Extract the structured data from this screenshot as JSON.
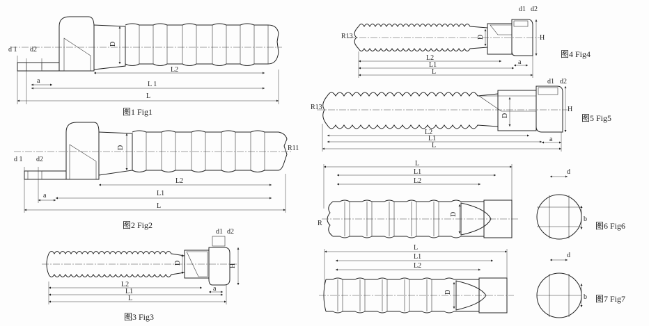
{
  "fig1": {
    "caption": "图1 Fig1",
    "labels": {
      "D": "D",
      "L2": "L2",
      "L1": "L 1",
      "L": "L",
      "a": "a",
      "d1": "d 1",
      "d2": "d2"
    }
  },
  "fig2": {
    "caption": "图2 Fig2",
    "labels": {
      "D": "D",
      "R11": "R11",
      "L2": "L2",
      "L1": "L1",
      "L": "L",
      "a": "a",
      "d1": "d 1",
      "d2": "d2"
    }
  },
  "fig3": {
    "caption": "图3 Fig3",
    "labels": {
      "D": "D",
      "H": "H",
      "L2": "L2",
      "L1": "L1",
      "L": "L",
      "a": "a",
      "d1": "d1",
      "d2": "d2"
    }
  },
  "fig4": {
    "caption": "图4 Fig4",
    "labels": {
      "D": "D",
      "H": "H",
      "R13": "R13",
      "L2": "L2",
      "L1": "L1",
      "L": "L",
      "a": "a",
      "d1": "d1",
      "d2": "d2"
    }
  },
  "fig5": {
    "caption": "图5 Fig5",
    "labels": {
      "D": "D",
      "H": "H",
      "R13": "R13",
      "L2": "L2",
      "L1": "L1",
      "L": "L",
      "a": "a",
      "d1": "d1",
      "d2": "d2"
    }
  },
  "fig6": {
    "caption": "图6 Fig6",
    "labels": {
      "D": "D",
      "R": "R",
      "L": "L",
      "L1": "L1",
      "L2": "L2",
      "d": "d",
      "b": "b"
    }
  },
  "fig7": {
    "caption": "图7 Fig7",
    "labels": {
      "D": "D",
      "L": "L",
      "L1": "L1",
      "L2": "L2",
      "d": "d",
      "b": "b"
    }
  }
}
